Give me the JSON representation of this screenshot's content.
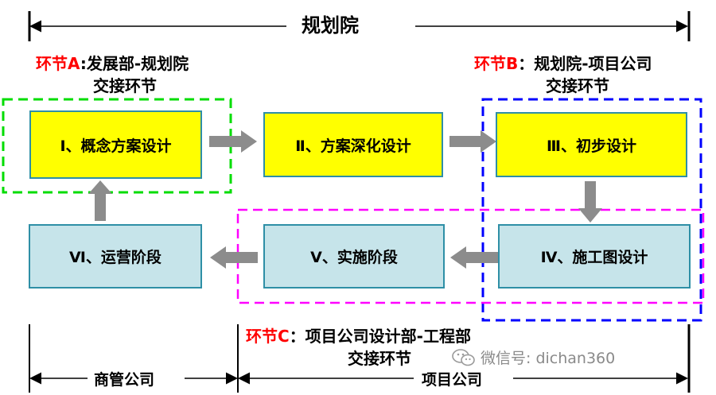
{
  "title": "规划院",
  "stages": {
    "s1": "Ⅰ、概念方案设计",
    "s2": "Ⅱ、方案深化设计",
    "s3": "Ⅲ、初步设计",
    "s4": "Ⅳ、施工图设计",
    "s5": "Ⅴ、实施阶段",
    "s6": "Ⅵ、运营阶段"
  },
  "links": {
    "a": {
      "tag": "环节A",
      "line1": ":发展部-规划院",
      "line2": "交接环节",
      "color": "#00dd00"
    },
    "b": {
      "tag": "环节B",
      "line1": "：规划院-项目公司",
      "line2": "交接环节",
      "color": "#0000ff"
    },
    "c": {
      "tag": "环节C",
      "line1": "：项目公司设计部-工程部",
      "line2": "交接环节",
      "color": "#ff00ff"
    }
  },
  "bottom": {
    "left": "商管公司",
    "right": "项目公司"
  },
  "watermark": "微信号: dichan360",
  "colors": {
    "yellow": "#ffff00",
    "teal_border": "#2e8fa6",
    "light_blue": "#c6e4ea",
    "arrow_gray": "#8c8c8c"
  }
}
